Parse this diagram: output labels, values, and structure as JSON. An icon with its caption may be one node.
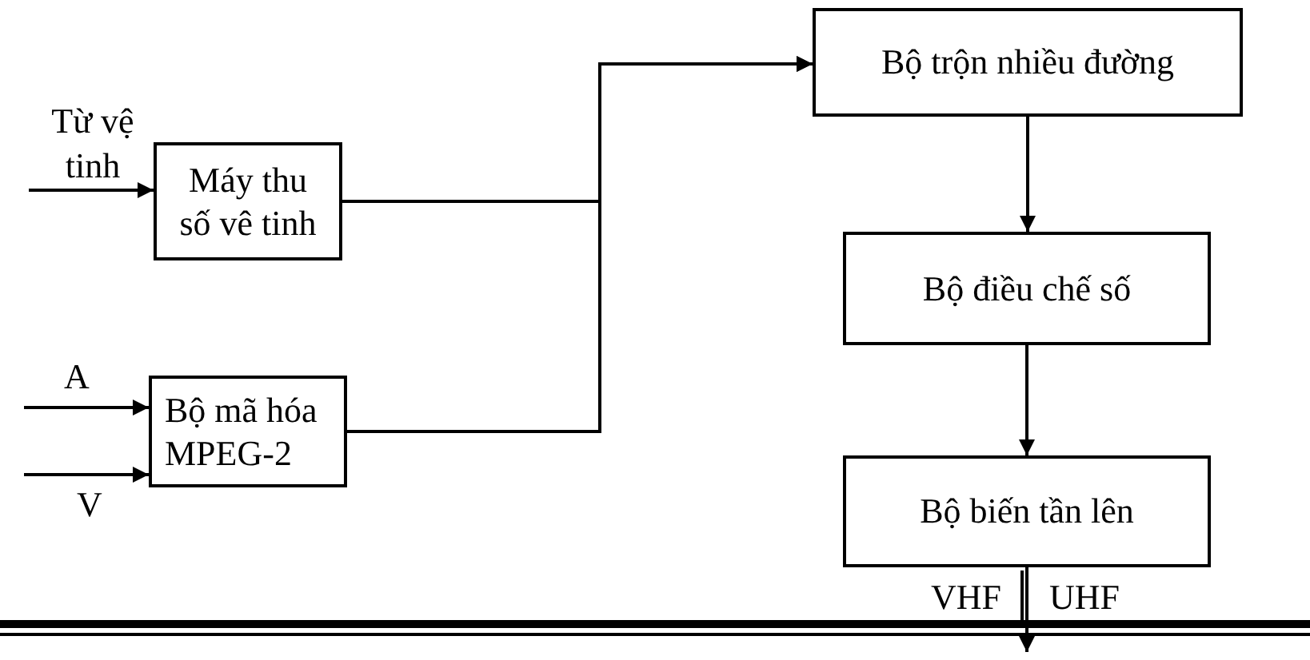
{
  "diagram": {
    "nodes": [
      {
        "text": [
          "Từ vệ tinh"
        ]
      },
      {
        "text": [
          "Máy thu số vê tinh"
        ]
      },
      {
        "text": [
          "Bộ mã hóa MPEG-2"
        ]
      },
      {
        "text": [
          "Bộ trộn nhiều đường"
        ]
      },
      {
        "text": [
          "Bộ điều chế số"
        ]
      },
      {
        "text": [
          "Bộ biến tần lên"
        ]
      }
    ],
    "edges": [
      {
        "from": 0,
        "to": 1,
        "arrow": "to"
      },
      {
        "from": null,
        "to": 2,
        "arrow": "to",
        "label": "A"
      },
      {
        "from": null,
        "to": 2,
        "arrow": "to",
        "label": "V"
      },
      {
        "from": 1,
        "to": 3,
        "arrow": "to"
      },
      {
        "from": 2,
        "to": 3,
        "arrow": "to"
      },
      {
        "from": 3,
        "to": 4,
        "arrow": "to"
      },
      {
        "from": 4,
        "to": 5,
        "arrow": "to"
      },
      {
        "from": 5,
        "to": null,
        "arrow": "to"
      }
    ],
    "labels": [
      "VHF",
      "UHF"
    ]
  }
}
